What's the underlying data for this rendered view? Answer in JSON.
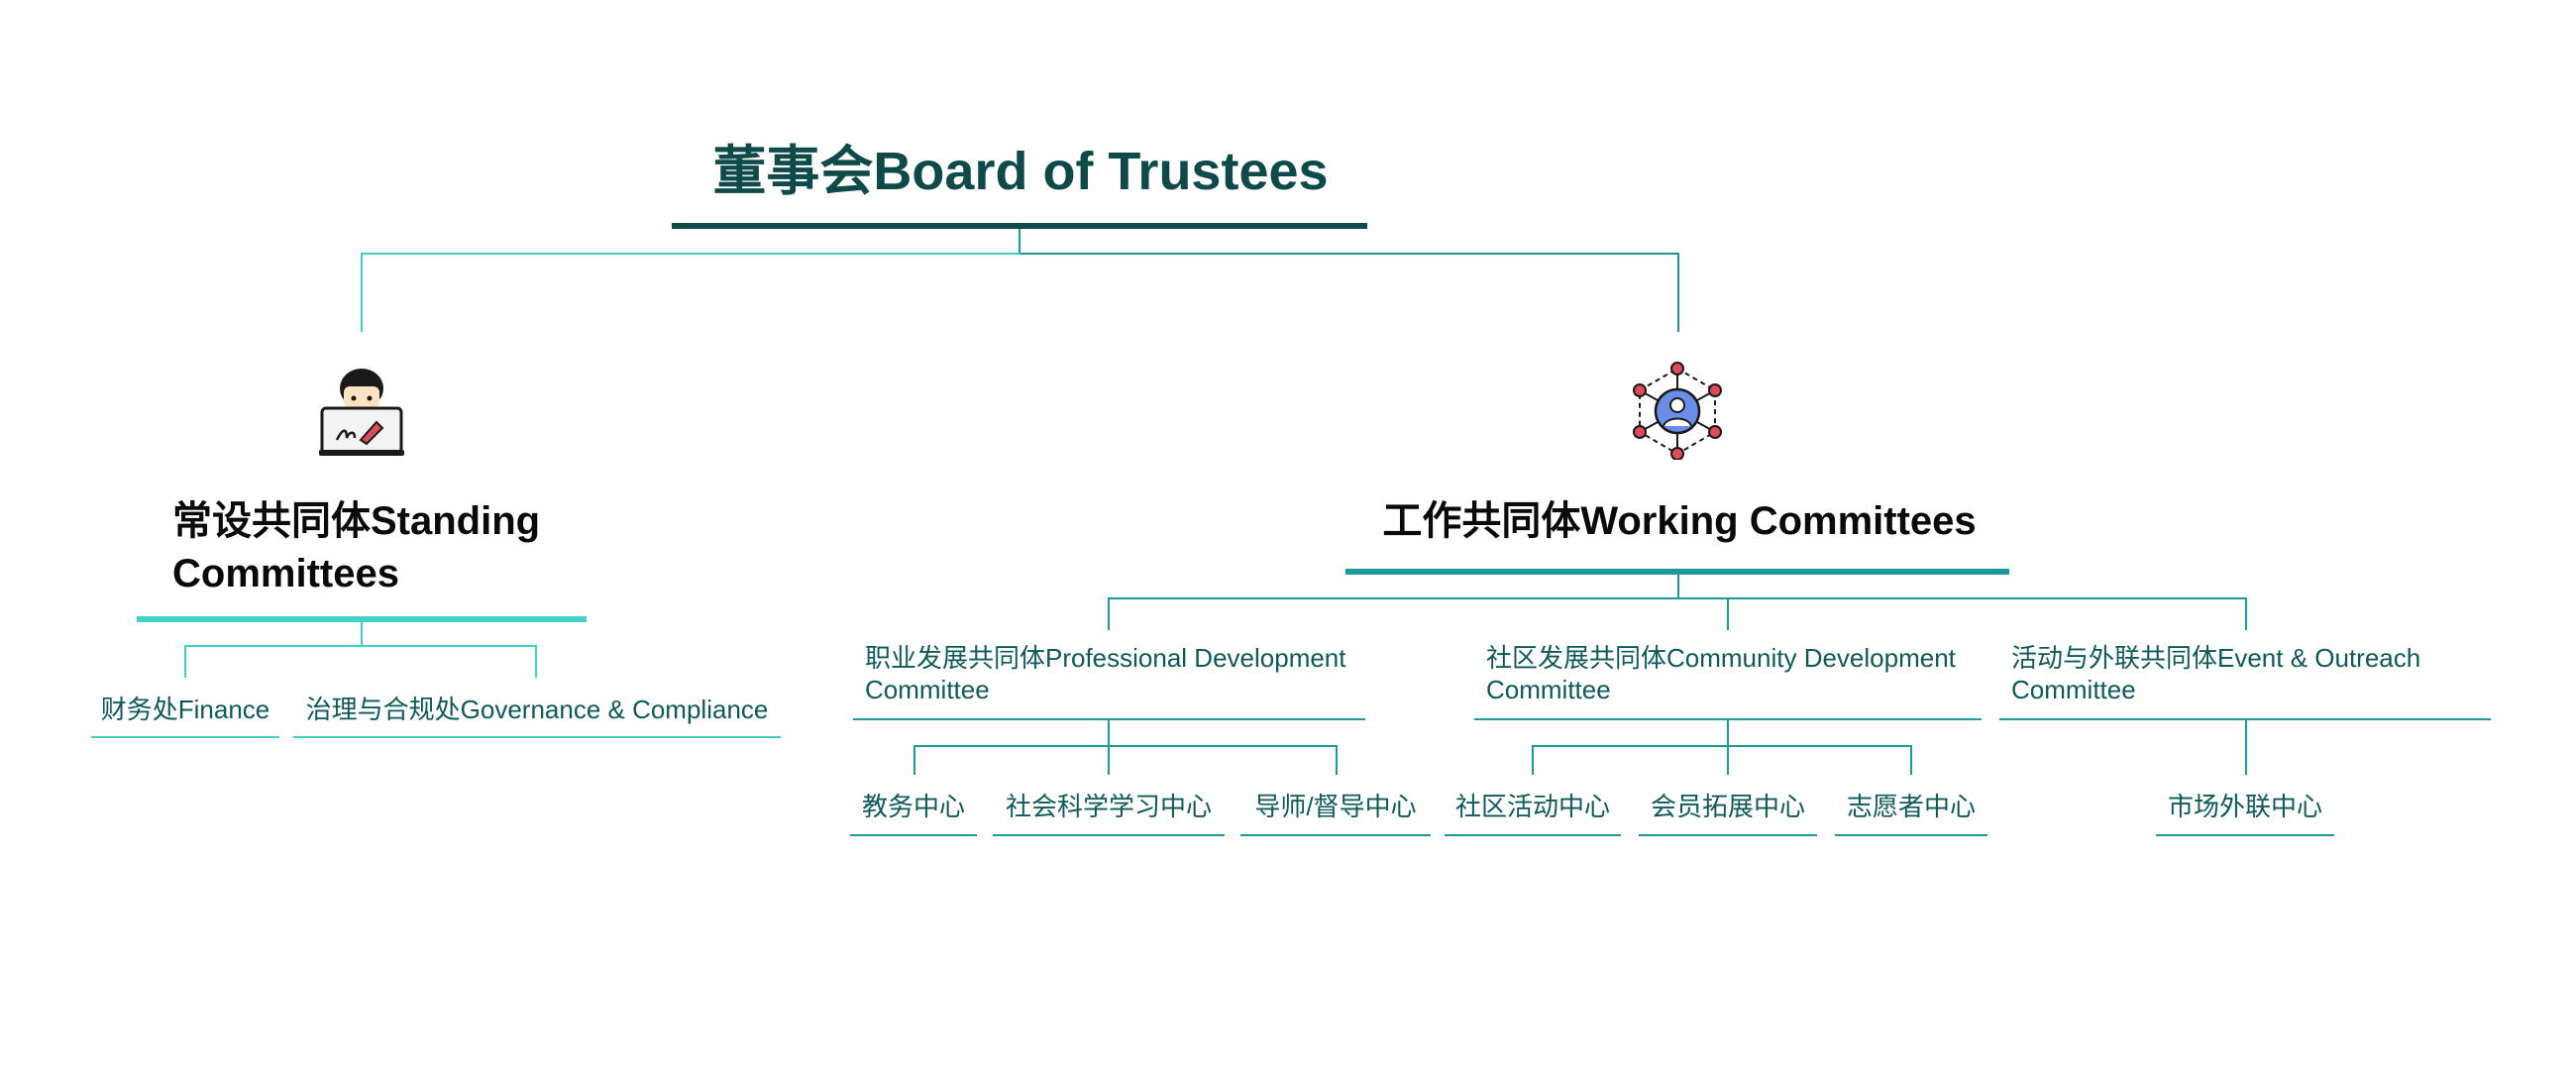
{
  "board": {
    "title": "董事会Board of Trustees"
  },
  "standing": {
    "title": "常设共同体Standing Committees",
    "icon": "person-laptop-icon",
    "units": [
      {
        "label": "财务处Finance"
      },
      {
        "label": "治理与合规处Governance & Compliance"
      }
    ]
  },
  "working": {
    "title": "工作共同体Working Committees",
    "icon": "network-people-icon",
    "committees": [
      {
        "label": "职业发展共同体Professional Development Committee",
        "centers": [
          "教务中心",
          "社会科学学习中心",
          "导师/督导中心"
        ]
      },
      {
        "label": "社区发展共同体Community Development Committee",
        "centers": [
          "社区活动中心",
          "会员拓展中心",
          "志愿者中心"
        ]
      },
      {
        "label": "活动与外联共同体Event & Outreach Committee",
        "centers": [
          "市场外联中心"
        ]
      }
    ]
  },
  "colors": {
    "board": "#0e4a4a",
    "connector": "#1a9a9a",
    "mint": "#3fd3c6",
    "node_text": "#0e5a5a",
    "icon_accent": "#e04b5a",
    "icon_person": "#6a8ee8"
  }
}
